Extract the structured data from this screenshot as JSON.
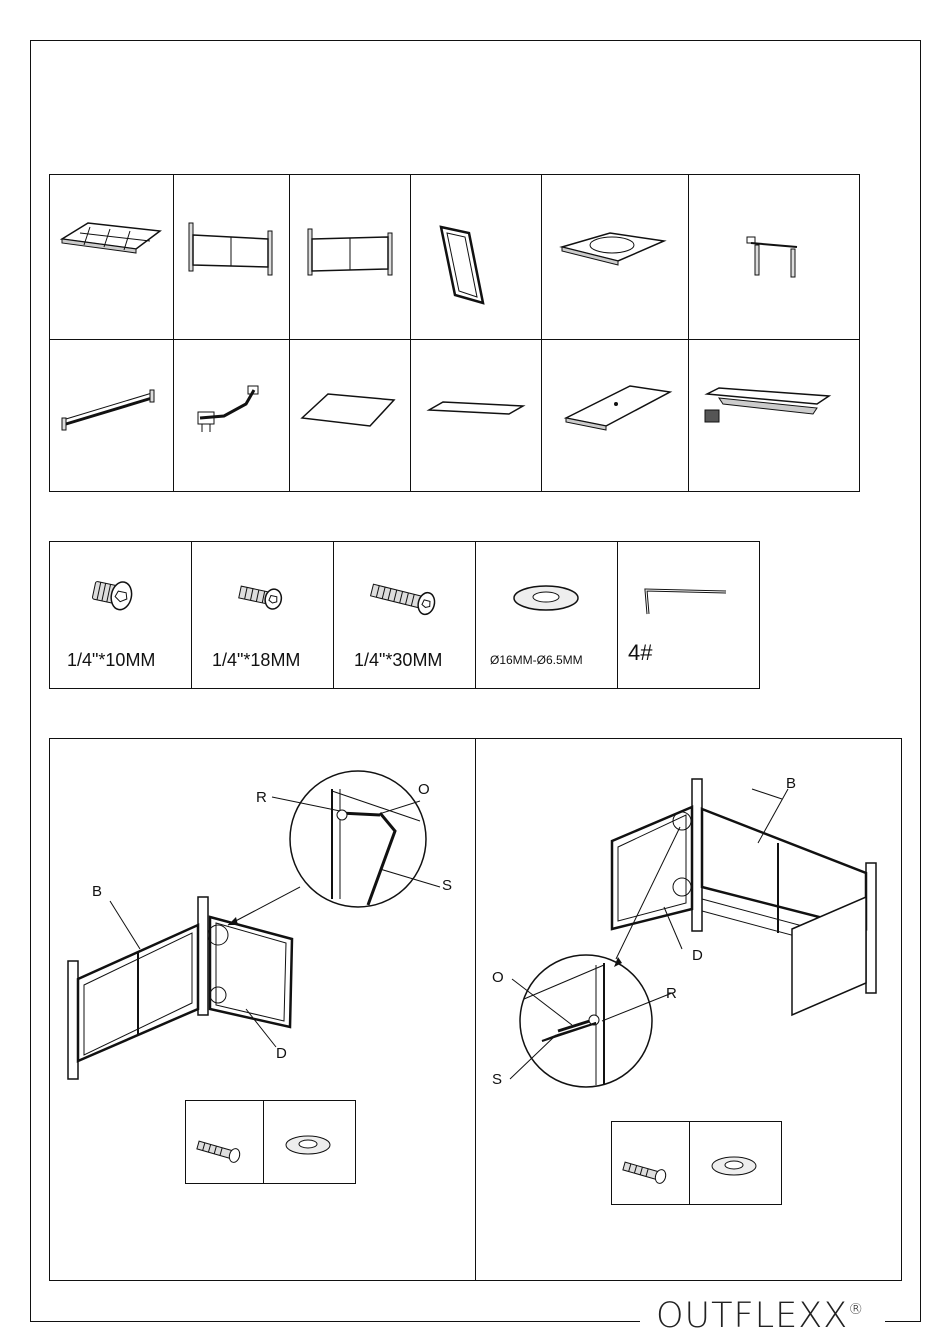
{
  "parts_row1": [
    "tray-frame",
    "side-panel-a",
    "side-panel-b",
    "door-frame",
    "top-frame",
    "leg-bracket"
  ],
  "parts_row2": [
    "cross-bar",
    "bracket-arm",
    "panel-sheet",
    "flat-plate",
    "top-plate",
    "drip-tray"
  ],
  "hardware": {
    "screw_10": "1/4\"*10MM",
    "screw_18": "1/4\"*18MM",
    "screw_30": "1/4\"*30MM",
    "washer": "Ø16MM-Ø6.5MM",
    "wrench": "4#"
  },
  "steps": {
    "left": {
      "r": "R",
      "o": "O",
      "s": "S",
      "b": "B",
      "d": "D"
    },
    "right": {
      "r": "R",
      "o": "O",
      "s": "S",
      "b": "B",
      "d": "D"
    }
  },
  "brand": {
    "name": "OUTFLEXX",
    "mark": "®"
  },
  "colors": {
    "line": "#111111",
    "background": "#ffffff"
  }
}
